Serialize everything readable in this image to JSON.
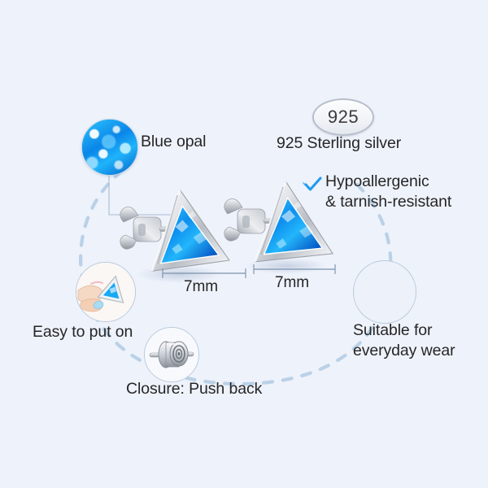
{
  "page": {
    "background_color": "#eef2fb",
    "text_color": "#262626",
    "accent_blue": "#1e9bf0",
    "arc_color": "#a8c6e0",
    "silver_light": "#f0f1f3",
    "silver_dark": "#9aa0a8",
    "opal_blue": "#0a9cf0"
  },
  "features": {
    "blue_opal": {
      "label": "Blue opal",
      "icon": "opal-swatch-circle"
    },
    "sterling": {
      "badge_text": "925",
      "label": "925 Sterling silver"
    },
    "hypoallergenic": {
      "icon": "check-icon",
      "label": "Hypoallergenic\n& tarnish-resistant"
    },
    "easy_put_on": {
      "label": "Easy to put on",
      "icon": "hand-holding-earring-icon"
    },
    "closure": {
      "label": "Closure: Push back",
      "icon": "push-back-clasp-icon"
    },
    "everyday": {
      "label": "Suitable for\neveryday wear",
      "icon": "empty-circle-icon"
    }
  },
  "dimensions": {
    "left_earring": "7mm",
    "right_earring": "7mm"
  }
}
